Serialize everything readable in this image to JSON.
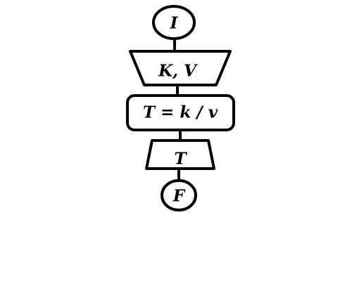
{
  "flowchart": {
    "start_label": "I",
    "input_label": "K, V",
    "process_label": "T = k / v",
    "output_label": "T",
    "end_label": "F"
  },
  "colors": {
    "background": "#ffffff",
    "stroke": "#000000",
    "text": "#000000"
  }
}
